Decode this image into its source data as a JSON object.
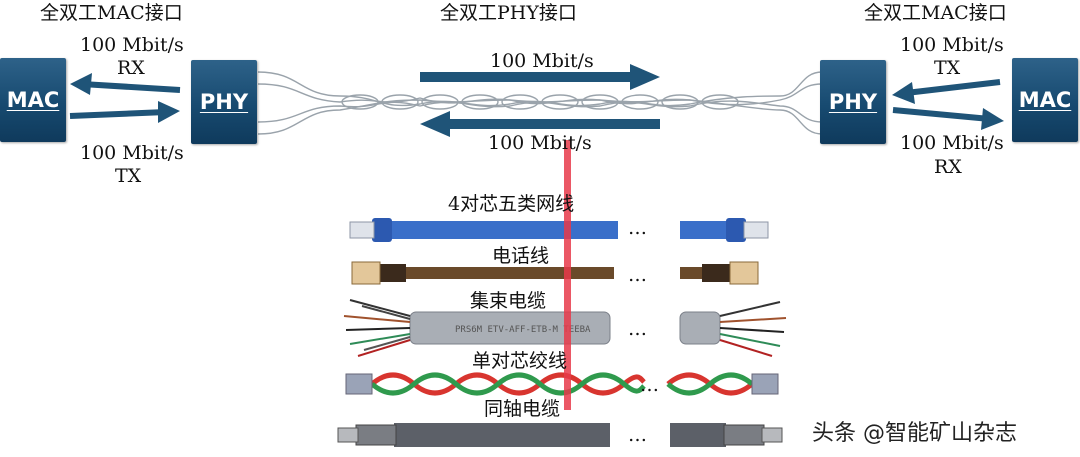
{
  "headings": {
    "left_mac_interface": "全双工MAC接口",
    "phy_interface": "全双工PHY接口",
    "right_mac_interface": "全双工MAC接口"
  },
  "left": {
    "rx_rate": "100 Mbit/s",
    "rx_label": "RX",
    "tx_rate": "100 Mbit/s",
    "tx_label": "TX",
    "mac_box": "MAC",
    "phy_box": "PHY"
  },
  "right": {
    "tx_rate": "100 Mbit/s",
    "tx_label": "TX",
    "rx_rate": "100 Mbit/s",
    "rx_label": "RX",
    "mac_box": "MAC",
    "phy_box": "PHY"
  },
  "middle": {
    "forward_rate": "100 Mbit/s",
    "backward_rate": "100 Mbit/s"
  },
  "cables": [
    {
      "label": "4对芯五类网线",
      "ellipsis": "…",
      "color": "#3a6fc9"
    },
    {
      "label": "电话线",
      "ellipsis": "…",
      "color": "#6a4a2a"
    },
    {
      "label": "集束电缆",
      "ellipsis": "…",
      "color": "#a9aeb5"
    },
    {
      "label": "单对芯绞线",
      "ellipsis": "…",
      "color": "#d8352f"
    },
    {
      "label": "同轴电缆",
      "ellipsis": "…",
      "color": "#5c6068"
    }
  ],
  "colors": {
    "box_blue": "#174a70",
    "arrow_blue": "#1f5478",
    "marker_red": "#e8394a"
  },
  "watermark": "头条 @智能矿山杂志"
}
